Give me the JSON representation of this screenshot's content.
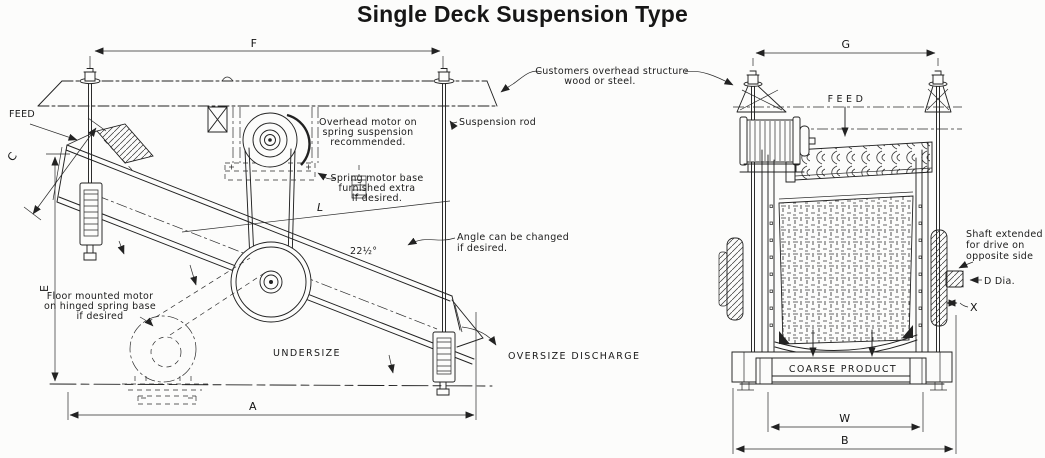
{
  "title": "Single Deck Suspension Type",
  "colors": {
    "ink": "#222222",
    "paper": "#fcfcfb"
  },
  "side_view": {
    "feed_label": "FEED",
    "undersize_label": "UNDERSIZE",
    "oversize_label": "OVERSIZE DISCHARGE",
    "angle_value": "22½°",
    "notes": {
      "customers": {
        "line1": "Customers overhead structure",
        "line2": "wood or steel."
      },
      "suspension_rod": "Suspension rod",
      "overhead_motor": {
        "line1": "Overhead motor on",
        "line2": "spring suspension",
        "line3": "recommended."
      },
      "spring_base": {
        "line1": "Spring motor base",
        "line2": "furnished extra",
        "line3": "if desired."
      },
      "angle": {
        "line1": "Angle can be changed",
        "line2": "if desired."
      },
      "floor_motor": {
        "line1": "Floor mounted motor",
        "line2": "on hinged spring base",
        "line3": "if desired"
      }
    },
    "dims": {
      "f": "F",
      "c": "C",
      "e": "E",
      "a": "A",
      "l": "L"
    }
  },
  "end_view": {
    "feed_label": "FEED",
    "coarse_product_label": "COARSE PRODUCT",
    "notes": {
      "shaft": {
        "line1": "Shaft extended",
        "line2": "for drive on",
        "line3": "opposite side"
      },
      "d_dia": "D Dia."
    },
    "dims": {
      "g": "G",
      "w": "W",
      "b": "B",
      "x": "X"
    }
  }
}
